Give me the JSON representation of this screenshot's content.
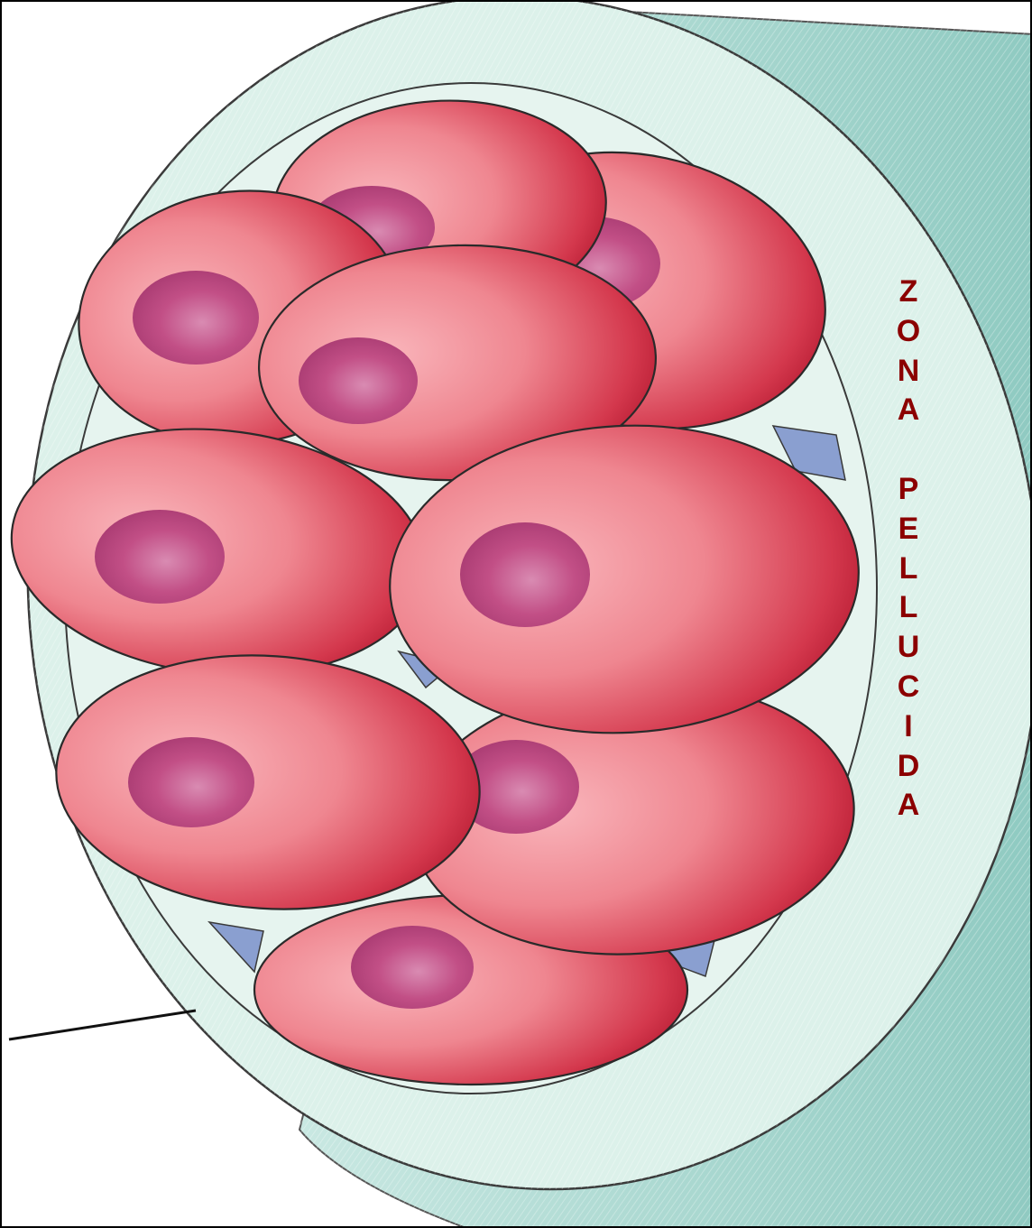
{
  "diagram": {
    "label_letters": [
      "Z",
      "O",
      "N",
      "A",
      "",
      "P",
      "E",
      "L",
      "L",
      "U",
      "C",
      "I",
      "D",
      "A"
    ],
    "colors": {
      "label": "#8b0000",
      "zona_fill": "#dff2ec",
      "tube_fill": "#a8d6cf",
      "tube_edge": "#7fbdb3",
      "cell_light": "#f7a4ab",
      "cell_mid": "#e0616d",
      "cell_dark": "#b0112a",
      "nucleus": "#c0457f",
      "interstitial": "#8a9fd0",
      "outline": "#2a2a2a"
    }
  }
}
